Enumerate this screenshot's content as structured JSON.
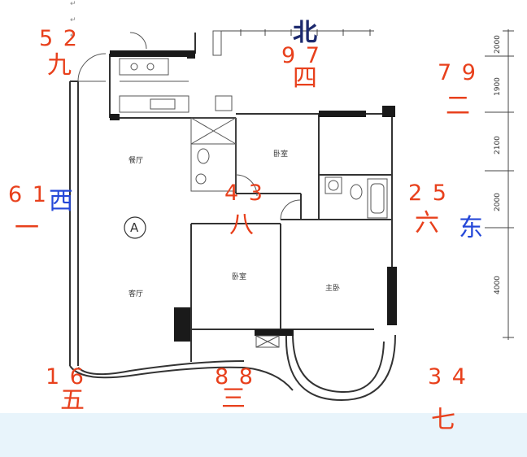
{
  "compass": {
    "north": "北",
    "west": "西",
    "east": "东"
  },
  "grid": {
    "n": {
      "star": "9 7",
      "palace": "四"
    },
    "nw": {
      "star": "5 2",
      "palace": "九"
    },
    "ne": {
      "star": "7 9",
      "palace": "二"
    },
    "w": {
      "star": "6 1",
      "palace": "一"
    },
    "c": {
      "star": "4 3",
      "palace": "八"
    },
    "e": {
      "star": "2 5",
      "palace": "六"
    },
    "sw": {
      "star": "1 6",
      "palace": "五"
    },
    "s": {
      "star": "8 8",
      "palace": "三"
    },
    "se": {
      "star": "3 4",
      "palace": "七"
    }
  },
  "rooms": {
    "dining": "餐厅",
    "living": "客厅",
    "bedroom_top": "卧室",
    "bedroom_mid": "卧室",
    "master": "主卧",
    "unit_marker": "A"
  },
  "dimensions": [
    "2000",
    "1900",
    "2100",
    "2000",
    "4000"
  ],
  "return_marks": [
    "↵",
    "↵",
    "↵"
  ],
  "colors": {
    "star": "#e8401c",
    "north": "#1d2a6e",
    "direction": "#2447d8",
    "wall": "#1a1a1a",
    "line": "#444444"
  }
}
